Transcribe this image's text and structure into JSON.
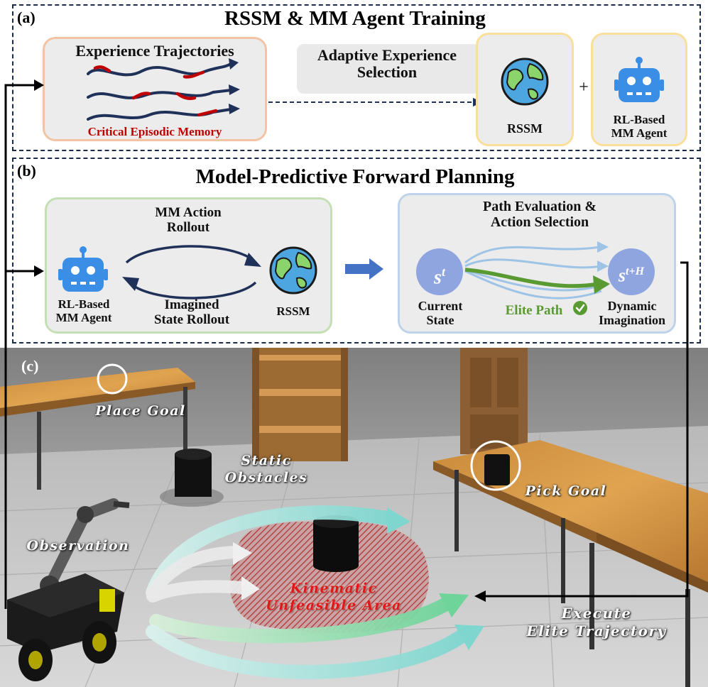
{
  "panel_a": {
    "letter": "(a)",
    "title": "RSSM & MM Agent Training",
    "experience_title": "Experience Trajectories",
    "critical_label": "Critical Episodic Memory",
    "selection_line1": "Adaptive Experience",
    "selection_line2": "Selection",
    "rssm_label": "RSSM",
    "plus": "+",
    "agent_line1": "RL-Based",
    "agent_line2": "MM Agent"
  },
  "panel_b": {
    "letter": "(b)",
    "title": "Model-Predictive Forward Planning",
    "action_rollout_line1": "MM Action",
    "action_rollout_line2": "Rollout",
    "agent_line1": "RL-Based",
    "agent_line2": "MM Agent",
    "imagined_line1": "Imagined",
    "imagined_line2": "State Rollout",
    "rssm_label": "RSSM",
    "eval_line1": "Path Evaluation &",
    "eval_line2": "Action Selection",
    "state_t_base": "s",
    "state_t_sup": "t",
    "state_h_base": "s",
    "state_h_sup": "t+H",
    "current_line1": "Current",
    "current_line2": "State",
    "elite_path": "Elite Path",
    "dynamic_line1": "Dynamic",
    "dynamic_line2": "Imagination"
  },
  "panel_c": {
    "letter": "(c)",
    "place_goal": "Place Goal",
    "static_line1": "Static",
    "static_line2": "Obstacles",
    "pick_goal": "Pick Goal",
    "observation": "Observation",
    "kinematic_line1": "Kinematic",
    "kinematic_line2": "Unfeasible Area",
    "execute_line1": "Execute",
    "execute_line2": "Elite Trajectory"
  },
  "colors": {
    "dash_border": "#1c2b4a",
    "critical_red": "#c00000",
    "elite_green": "#5a9a32",
    "node_blue": "#8ea5e0",
    "arrow_blue": "#4472c4",
    "navy": "#1f3158"
  }
}
